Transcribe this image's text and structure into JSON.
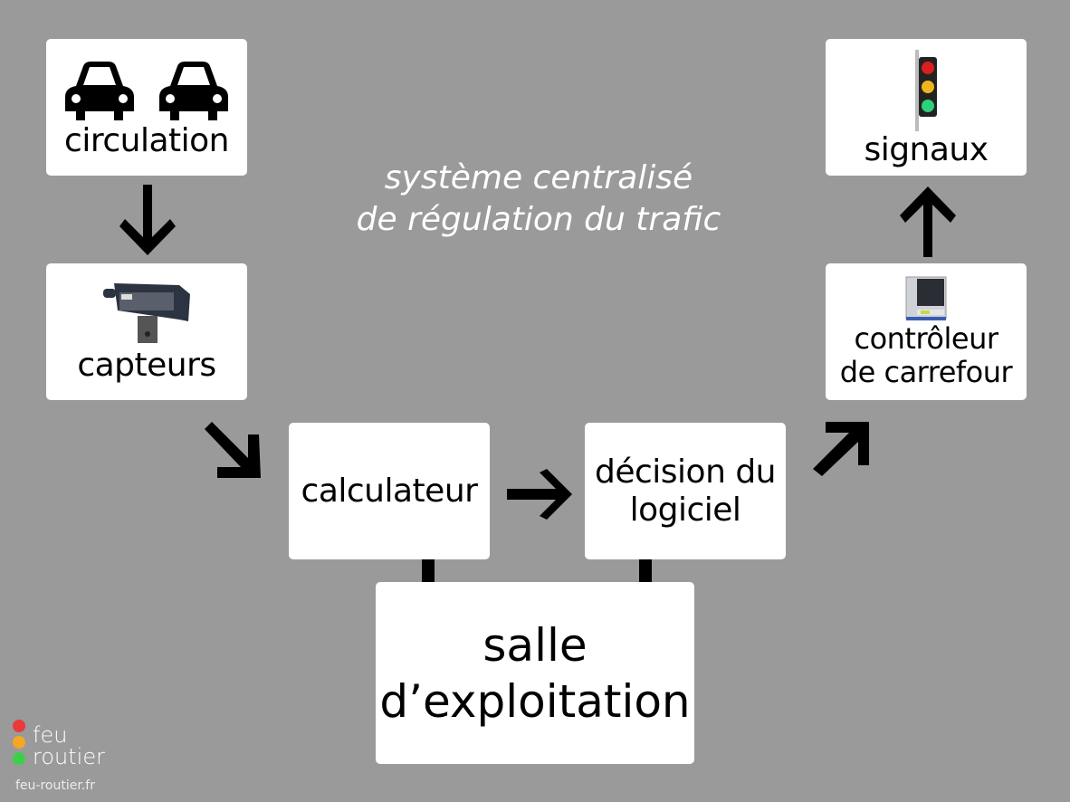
{
  "title": {
    "line1": "système centralisé",
    "line2": "de régulation du trafic"
  },
  "nodes": {
    "circulation": {
      "label": "circulation",
      "icon": "car-icon"
    },
    "capteurs": {
      "label": "capteurs",
      "icon": "sensor-camera-icon"
    },
    "calculateur": {
      "label": "calculateur"
    },
    "decision": {
      "line1": "décision du",
      "line2": "logiciel"
    },
    "salle": {
      "line1": "salle",
      "line2": "d’exploitation"
    },
    "controleur": {
      "line1": "contrôleur",
      "line2": "de carrefour",
      "icon": "controller-cabinet-icon"
    },
    "signaux": {
      "label": "signaux",
      "icon": "traffic-light-icon"
    }
  },
  "logo": {
    "line1": "feu",
    "line2": "routier",
    "url_text": "feu-routier.fr",
    "colors": {
      "red": "#e83a3a",
      "orange": "#f5a623",
      "green": "#3ecf4a"
    }
  }
}
